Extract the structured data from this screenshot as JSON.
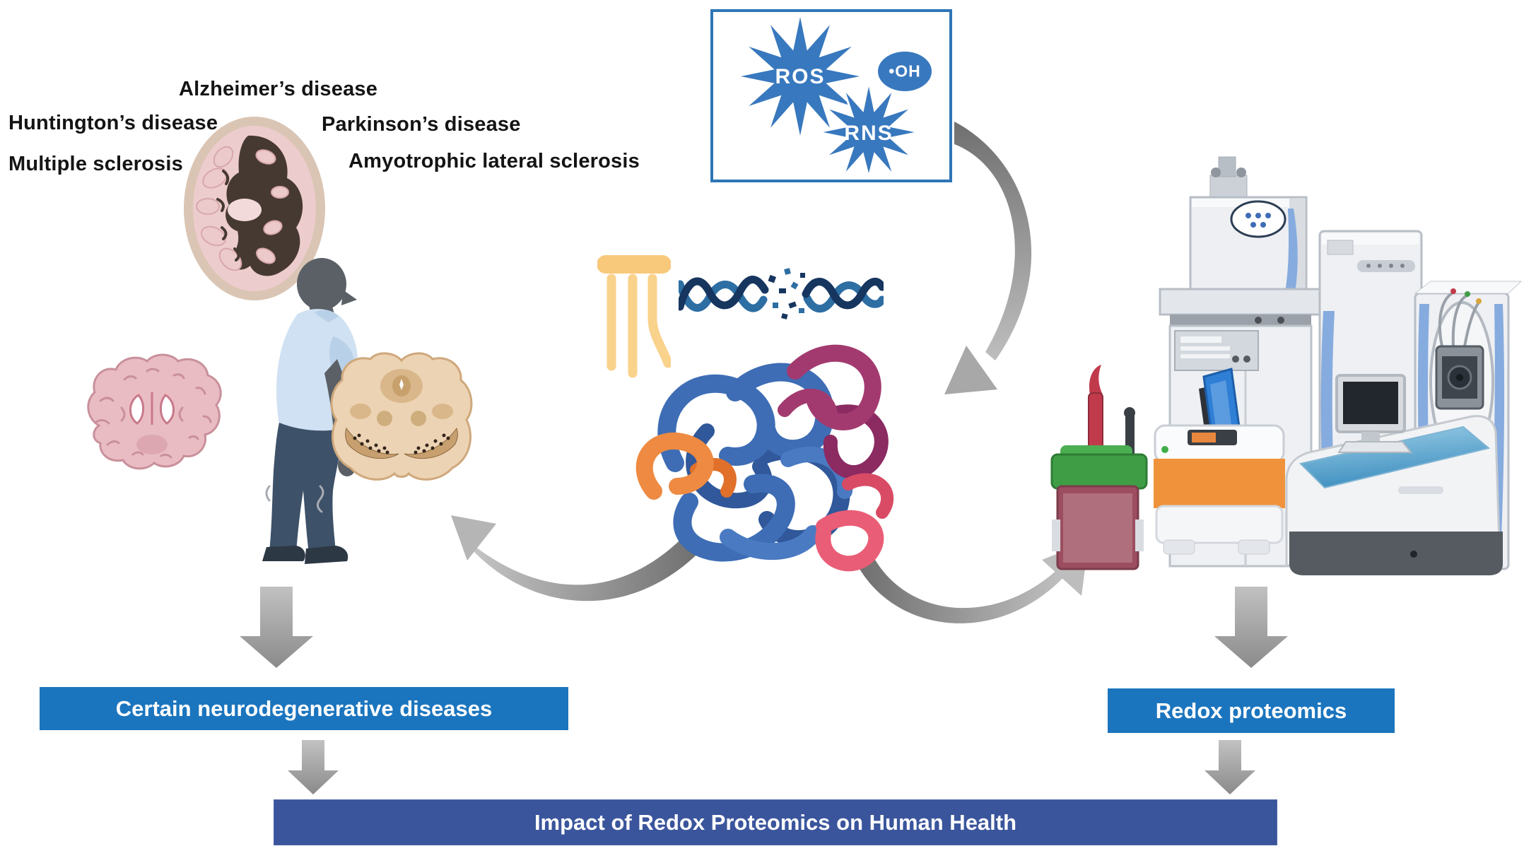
{
  "figure": {
    "background": "#ffffff",
    "description": "Redox proteomics and neurodegenerative disease schematic"
  },
  "diseases": {
    "items": [
      {
        "id": "alzheimers",
        "label": "Alzheimer’s disease"
      },
      {
        "id": "huntingtons",
        "label": "Huntington’s disease"
      },
      {
        "id": "multiple_sclerosis",
        "label": "Multiple sclerosis"
      },
      {
        "id": "parkinsons",
        "label": "Parkinson’s disease"
      },
      {
        "id": "als",
        "label": "Amyotrophic lateral sclerosis"
      }
    ]
  },
  "ros_box": {
    "ros_label": "ROS",
    "rns_label": "RNS",
    "hydroxyl_label": "•OH",
    "border_color": "#2E75B6",
    "burst_color": "#3878BE",
    "text_color": "#FFFFFF"
  },
  "banners": {
    "neurodegenerative": {
      "label": "Certain neurodegenerative diseases",
      "bg_color": "#1B75BE",
      "text_color": "#FFFFFF"
    },
    "redox": {
      "label": "Redox proteomics",
      "bg_color": "#1B75BE",
      "text_color": "#FFFFFF"
    },
    "impact": {
      "label": "Impact of Redox Proteomics on Human Health",
      "bg_color": "#3A559C",
      "text_color": "#FFFFFF"
    }
  },
  "illustrations": {
    "brain_axial": "axial-brain-section-icon",
    "elderly_person": "stooped-elderly-person-icon",
    "brain_coronal": "coronal-brain-section-icon",
    "midbrain_section": "midbrain-section-icon",
    "lipid": "lipid-molecule-icon",
    "dna": "damaged-dna-helix-icon",
    "protein": "oxidized-protein-tangle-icon",
    "lab_equipment": "mass-spectrometry-and-gel-electrophoresis-instruments-icon"
  },
  "arrows": {
    "gradient_dark": "#6F6F6F",
    "gradient_light": "#C9C9C9",
    "block_top": "#C2C2C2",
    "block_bottom": "#8A8A8A"
  }
}
